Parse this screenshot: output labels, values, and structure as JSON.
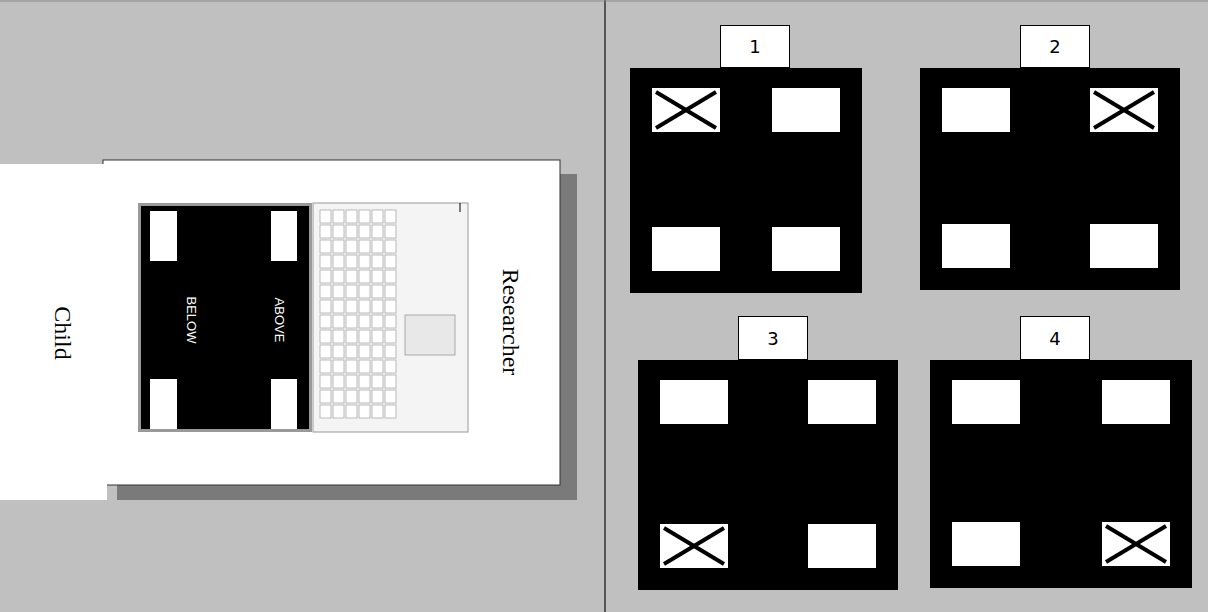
{
  "diagram": {
    "nodes": [
      {
        "text": [
          "BELOW",
          "ABOVE"
        ]
      },
      {
        "text": [
          "1"
        ]
      },
      {
        "text": [
          "2"
        ]
      },
      {
        "text": [
          "3"
        ]
      },
      {
        "text": [
          "4"
        ]
      }
    ],
    "labels": [
      "Child",
      "Researcher"
    ]
  }
}
